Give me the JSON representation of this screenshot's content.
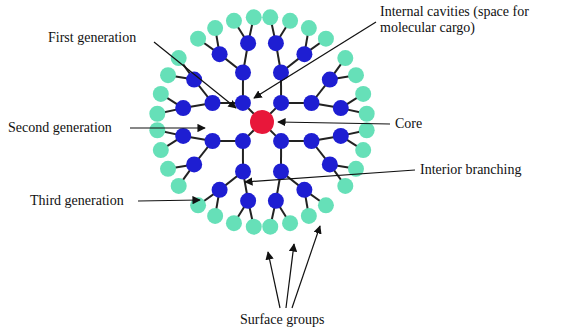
{
  "diagram": {
    "labels": [
      "Internal cavities (space for molecular cargo)",
      "First generation",
      "Second generation",
      "Core",
      "Interior branching",
      "Third generation",
      "Surface groups"
    ]
  }
}
